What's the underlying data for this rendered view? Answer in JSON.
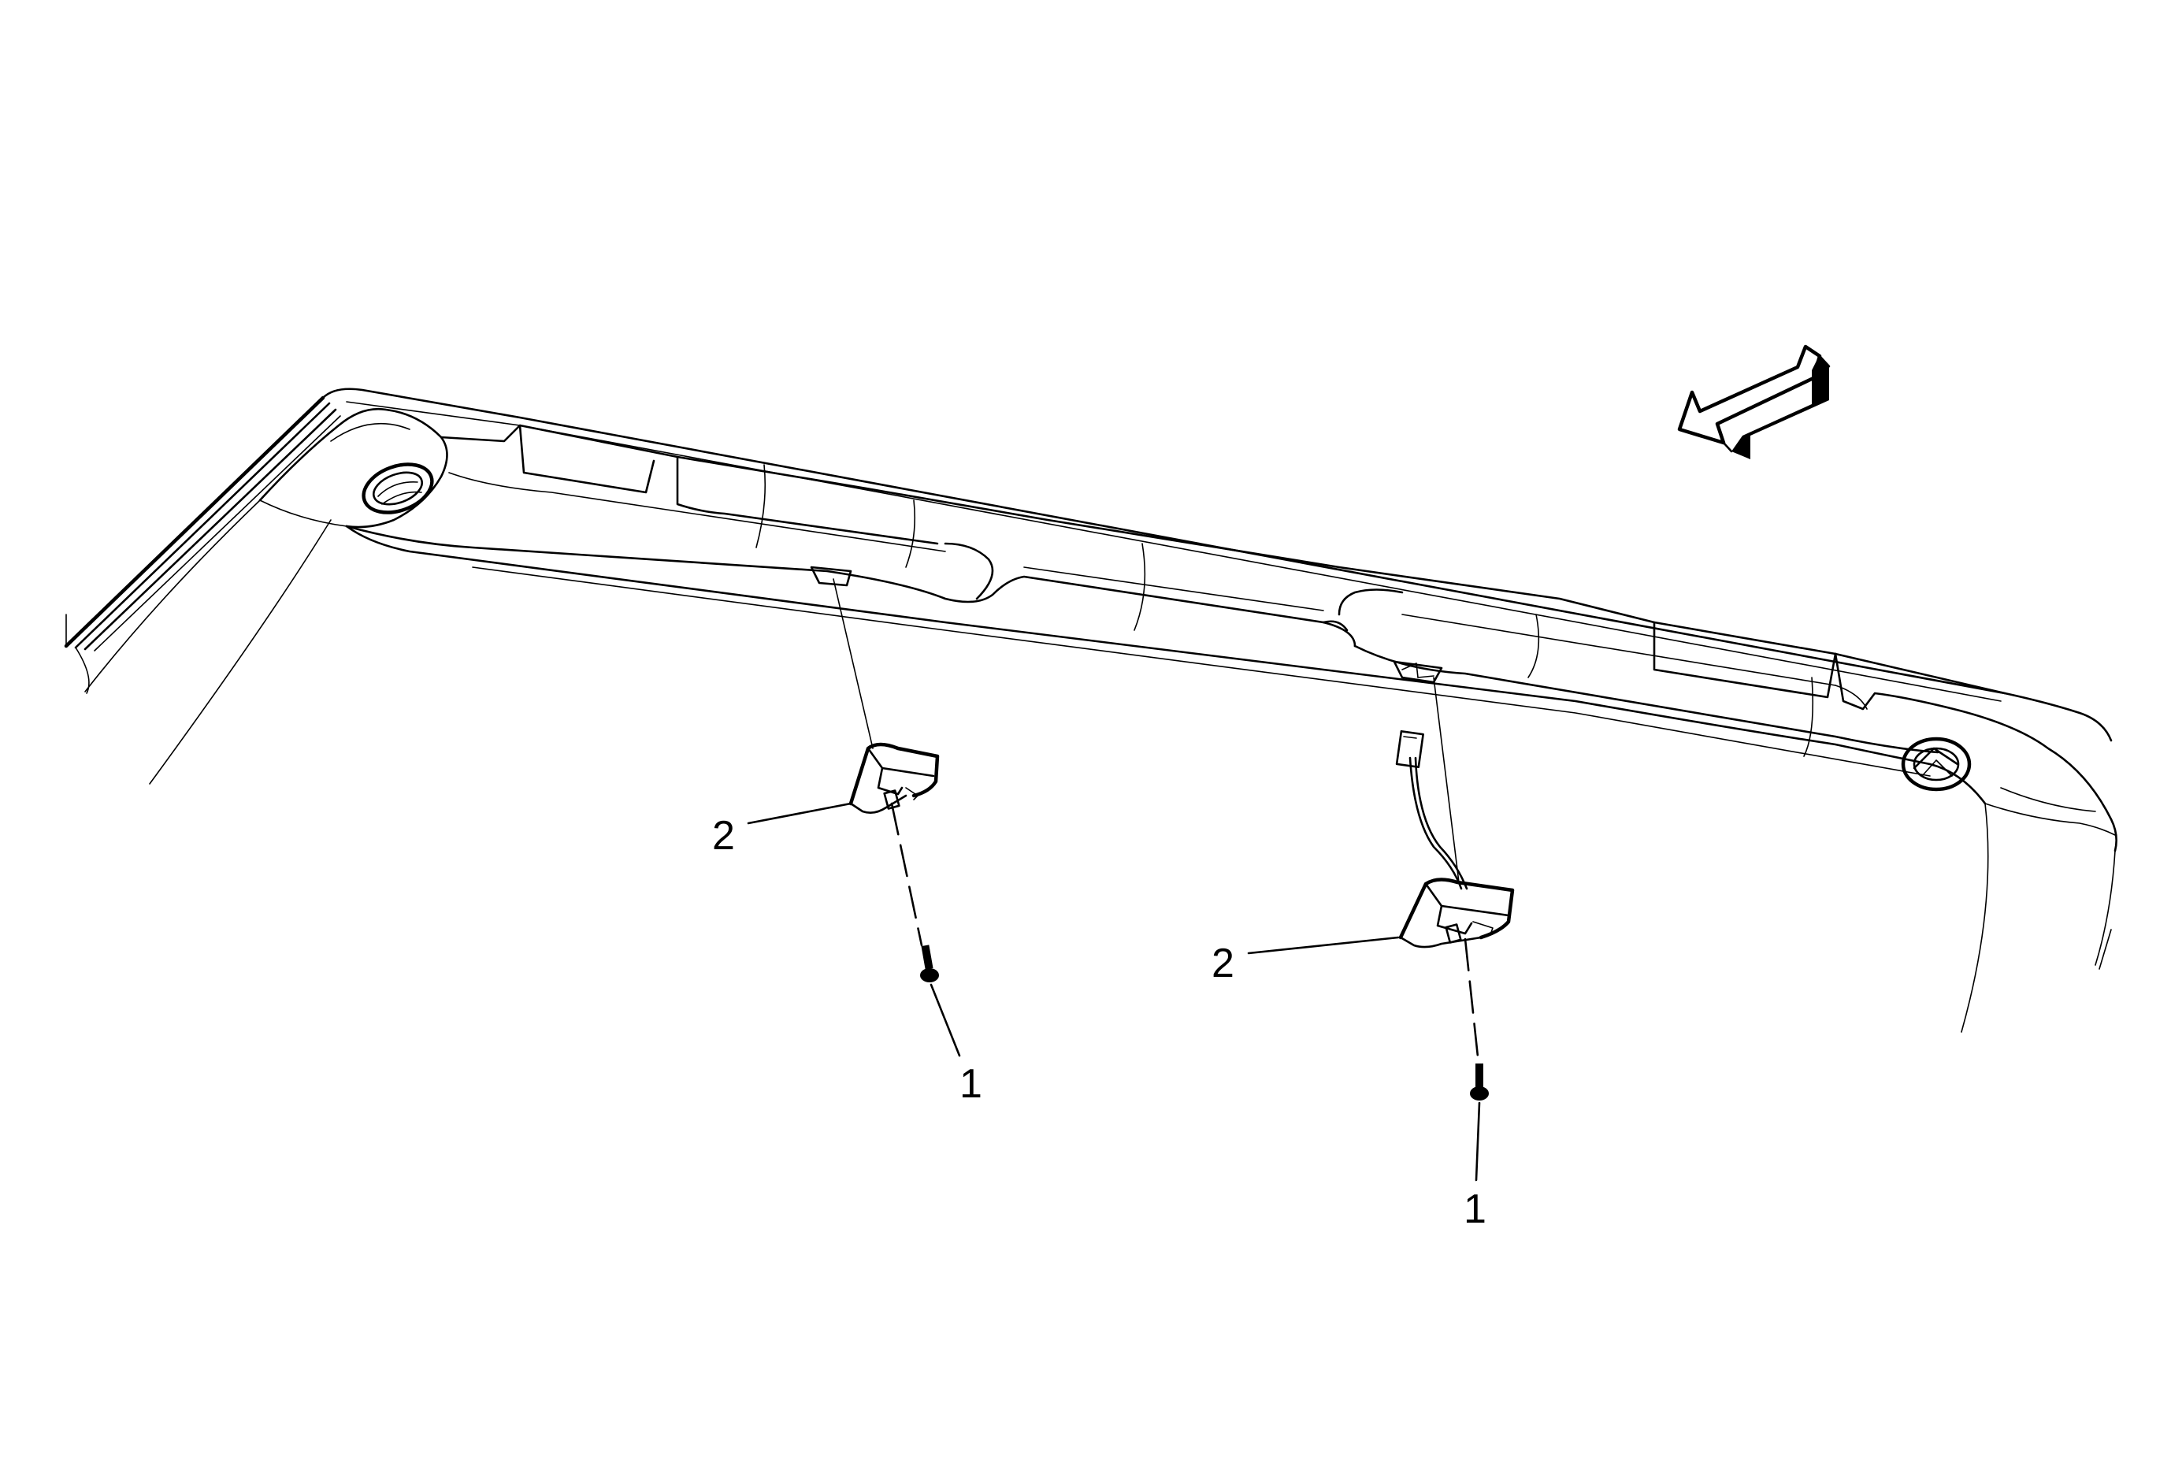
{
  "callouts": {
    "screw_left": "1",
    "screw_right": "1",
    "bracket_left": "2",
    "bracket_right": "2"
  },
  "colors": {
    "line": "#000000",
    "background": "#ffffff"
  },
  "icons": {
    "direction": "arrow-forward-icon"
  }
}
